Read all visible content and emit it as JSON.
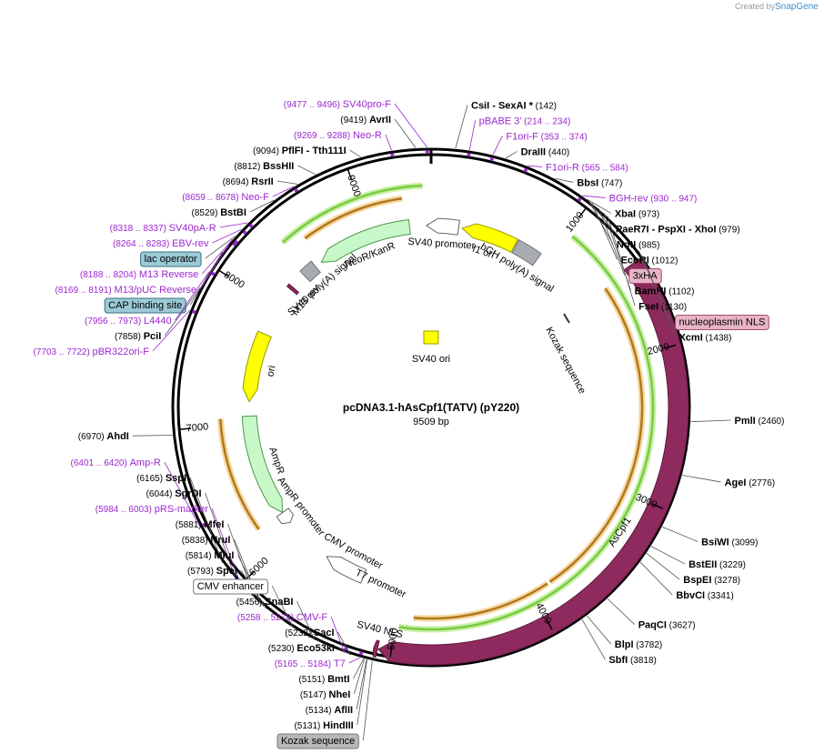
{
  "credit": {
    "created_by": "Created by",
    "brand": "SnapGene"
  },
  "plasmid": {
    "name": "pcDNA3.1-hAsCpf1(TATV) (pY220)",
    "size_label": "9509 bp",
    "length": 9509
  },
  "ticks": [
    "1000",
    "2000",
    "3000",
    "4000",
    "5000",
    "6000",
    "7000",
    "8000",
    "9000"
  ],
  "enzymes": [
    {
      "name": "CsiI - SexAI *",
      "pos": "(142)",
      "bp": 142,
      "side": "right"
    },
    {
      "name": "DraIII",
      "pos": "(440)",
      "bp": 440,
      "side": "right"
    },
    {
      "name": "BbsI",
      "pos": "(747)",
      "bp": 747,
      "side": "right"
    },
    {
      "name": "XbaI",
      "pos": "(973)",
      "bp": 973,
      "side": "right"
    },
    {
      "name": "PaeR7I - PspXI - XhoI",
      "pos": "(979)",
      "bp": 979,
      "side": "right"
    },
    {
      "name": "NotI",
      "pos": "(985)",
      "bp": 985,
      "side": "right"
    },
    {
      "name": "EcoRI",
      "pos": "(1012)",
      "bp": 1012,
      "side": "right"
    },
    {
      "name": "BamHI",
      "pos": "(1102)",
      "bp": 1102,
      "side": "right"
    },
    {
      "name": "FseI",
      "pos": "(1130)",
      "bp": 1130,
      "side": "right"
    },
    {
      "name": "XcmI",
      "pos": "(1438)",
      "bp": 1438,
      "side": "right"
    },
    {
      "name": "PmlI",
      "pos": "(2460)",
      "bp": 2460,
      "side": "right"
    },
    {
      "name": "AgeI",
      "pos": "(2776)",
      "bp": 2776,
      "side": "right"
    },
    {
      "name": "BsiWI",
      "pos": "(3099)",
      "bp": 3099,
      "side": "right"
    },
    {
      "name": "BstEII",
      "pos": "(3229)",
      "bp": 3229,
      "side": "right"
    },
    {
      "name": "BspEI",
      "pos": "(3278)",
      "bp": 3278,
      "side": "right"
    },
    {
      "name": "BbvCI",
      "pos": "(3341)",
      "bp": 3341,
      "side": "right"
    },
    {
      "name": "PaqCI",
      "pos": "(3627)",
      "bp": 3627,
      "side": "right"
    },
    {
      "name": "BlpI",
      "pos": "(3782)",
      "bp": 3782,
      "side": "right"
    },
    {
      "name": "SbfI",
      "pos": "(3818)",
      "bp": 3818,
      "side": "right"
    },
    {
      "name": "HindIII",
      "pos": "(5131)",
      "bp": 5131,
      "side": "left"
    },
    {
      "name": "AflII",
      "pos": "(5134)",
      "bp": 5134,
      "side": "left"
    },
    {
      "name": "NheI",
      "pos": "(5147)",
      "bp": 5147,
      "side": "left"
    },
    {
      "name": "BmtI",
      "pos": "(5151)",
      "bp": 5151,
      "side": "left"
    },
    {
      "name": "Eco53kI",
      "pos": "(5230)",
      "bp": 5230,
      "side": "left"
    },
    {
      "name": "SacI",
      "pos": "(5232)",
      "bp": 5232,
      "side": "left"
    },
    {
      "name": "SnaBI",
      "pos": "(5456)",
      "bp": 5456,
      "side": "left"
    },
    {
      "name": "SpeI",
      "pos": "(5793)",
      "bp": 5793,
      "side": "left"
    },
    {
      "name": "MluI",
      "pos": "(5814)",
      "bp": 5814,
      "side": "left"
    },
    {
      "name": "NruI",
      "pos": "(5838)",
      "bp": 5838,
      "side": "left"
    },
    {
      "name": "MfeI",
      "pos": "(5881)",
      "bp": 5881,
      "side": "left"
    },
    {
      "name": "SgrDI",
      "pos": "(6044)",
      "bp": 6044,
      "side": "left"
    },
    {
      "name": "SspI",
      "pos": "(6165)",
      "bp": 6165,
      "side": "left"
    },
    {
      "name": "AhdI",
      "pos": "(6970)",
      "bp": 6970,
      "side": "left"
    },
    {
      "name": "PciI",
      "pos": "(7858)",
      "bp": 7858,
      "side": "left"
    },
    {
      "name": "BstBI",
      "pos": "(8529)",
      "bp": 8529,
      "side": "left"
    },
    {
      "name": "RsrII",
      "pos": "(8694)",
      "bp": 8694,
      "side": "left"
    },
    {
      "name": "BssHII",
      "pos": "(8812)",
      "bp": 8812,
      "side": "left"
    },
    {
      "name": "PflFI - Tth111I",
      "pos": "(9094)",
      "bp": 9094,
      "side": "left"
    },
    {
      "name": "AvrII",
      "pos": "(9419)",
      "bp": 9419,
      "side": "left"
    }
  ],
  "primers": [
    {
      "name": "SV40pro-F",
      "pos": "(9477 .. 9496)",
      "bp": 9486,
      "side": "left"
    },
    {
      "name": "Neo-R",
      "pos": "(9269 .. 9288)",
      "bp": 9278,
      "side": "left"
    },
    {
      "name": "Neo-F",
      "pos": "(8659 .. 8678)",
      "bp": 8668,
      "side": "left"
    },
    {
      "name": "SV40pA-R",
      "pos": "(8318 .. 8337)",
      "bp": 8327,
      "side": "left"
    },
    {
      "name": "EBV-rev",
      "pos": "(8264 .. 8283)",
      "bp": 8273,
      "side": "left"
    },
    {
      "name": "M13 Reverse",
      "pos": "(8188 .. 8204)",
      "bp": 8196,
      "side": "left"
    },
    {
      "name": "M13/pUC Reverse",
      "pos": "(8169 .. 8191)",
      "bp": 8180,
      "side": "left"
    },
    {
      "name": "L4440",
      "pos": "(7956 .. 7973)",
      "bp": 7964,
      "side": "left"
    },
    {
      "name": "pBR322ori-F",
      "pos": "(7703 .. 7722)",
      "bp": 7712,
      "side": "left"
    },
    {
      "name": "Amp-R",
      "pos": "(6401 .. 6420)",
      "bp": 6410,
      "side": "left"
    },
    {
      "name": "pRS-marker",
      "pos": "(5984 .. 6003)",
      "bp": 5993,
      "side": "left"
    },
    {
      "name": "CMV-F",
      "pos": "(5258 .. 5278)",
      "bp": 5268,
      "side": "left"
    },
    {
      "name": "T7",
      "pos": "(5165 .. 5184)",
      "bp": 5174,
      "side": "left"
    },
    {
      "name": "pBABE 3'",
      "pos": "(214 .. 234)",
      "bp": 224,
      "side": "right"
    },
    {
      "name": "F1ori-F",
      "pos": "(353 .. 374)",
      "bp": 363,
      "side": "right"
    },
    {
      "name": "F1ori-R",
      "pos": "(565 .. 584)",
      "bp": 574,
      "side": "right"
    },
    {
      "name": "BGH-rev",
      "pos": "(930 .. 947)",
      "bp": 938,
      "side": "right"
    }
  ],
  "boxes": [
    {
      "name": "3xHA",
      "bp": 1060,
      "fill": "#e8b4c8",
      "stroke": "#a0506e"
    },
    {
      "name": "nucleoplasmin NLS",
      "bp": 1400,
      "fill": "#e8b4c8",
      "stroke": "#a0506e"
    },
    {
      "name": "lac operator",
      "bp": 8220,
      "fill": "#9cc9d6",
      "stroke": "#3a6f80"
    },
    {
      "name": "CAP binding site",
      "bp": 8100,
      "fill": "#9cc9d6",
      "stroke": "#3a6f80"
    },
    {
      "name": "CMV enhancer",
      "bp": 5600,
      "fill": "#ffffff",
      "stroke": "#777777"
    },
    {
      "name": "Kozak sequence",
      "bp": 5100,
      "fill": "#b8b8b8",
      "stroke": "#777777"
    }
  ],
  "features": [
    {
      "name": "AsCpf1",
      "label": "AsCpf1",
      "start": 1440,
      "end": 5080,
      "dir": 1,
      "r": 272,
      "w": 22,
      "fill": "#8e2a5e",
      "stroke": "#5e1a3e"
    },
    {
      "name": "SV40 NLS",
      "label": "SV40 NLS",
      "start": 5085,
      "end": 5110,
      "dir": 1,
      "r": 272,
      "w": 18,
      "fill": "#8e2a5e",
      "stroke": "#5e1a3e"
    },
    {
      "name": "bGH poly(A) signal",
      "label": "bGH poly(A) signal",
      "start": 730,
      "end": 940,
      "dir": 0,
      "r": 200,
      "w": 16,
      "fill": "#a8acb0",
      "stroke": "#707478"
    },
    {
      "name": "f1 ori",
      "label": "f1 ori",
      "start": 260,
      "end": 720,
      "dir": -1,
      "r": 200,
      "w": 16,
      "fill": "#ffff00",
      "stroke": "#999900"
    },
    {
      "name": "SV40 promoter",
      "label": "SV40 promoter",
      "start": 9470,
      "end": 230,
      "dir": -1,
      "r": 200,
      "w": 16,
      "fill": "#ffffff",
      "stroke": "#666666"
    },
    {
      "name": "NeoR/KanR",
      "label": "NeoR/KanR",
      "start": 8530,
      "end": 9330,
      "dir": -1,
      "r": 200,
      "w": 16,
      "fill": "#c8f7c8",
      "stroke": "#4a9a4a"
    },
    {
      "name": "SV40 poly(A) signal",
      "label": "SV40 poly(A) signal",
      "start": 8350,
      "end": 8470,
      "dir": 0,
      "r": 200,
      "w": 16,
      "fill": "#a8acb0",
      "stroke": "#707478"
    },
    {
      "name": "ori",
      "label": "ori",
      "start": 7180,
      "end": 7760,
      "dir": -1,
      "r": 200,
      "w": 16,
      "fill": "#ffff00",
      "stroke": "#999900"
    },
    {
      "name": "AmpR",
      "label": "AmpR",
      "start": 6200,
      "end": 7060,
      "dir": -1,
      "r": 200,
      "w": 16,
      "fill": "#c8f7c8",
      "stroke": "#4a9a4a"
    },
    {
      "name": "AmpR promoter",
      "label": "AmpR promoter",
      "start": 6095,
      "end": 6200,
      "dir": -1,
      "r": 200,
      "w": 16,
      "fill": "#ffffff",
      "stroke": "#666666"
    },
    {
      "name": "CMV promoter",
      "label": "CMV promoter",
      "start": 5330,
      "end": 5680,
      "dir": 1,
      "r": 200,
      "w": 16,
      "fill": "#ffffff",
      "stroke": "#666666"
    },
    {
      "name": "M13 rev",
      "label": "M13 rev",
      "start": 8190,
      "end": 8215,
      "dir": 0,
      "r": 200,
      "w": 14,
      "fill": "#8e2a5e",
      "stroke": "#5e1a3e"
    }
  ],
  "orange_arcs": [
    {
      "start": 1470,
      "end": 3850
    },
    {
      "start": 3870,
      "end": 4880
    },
    {
      "start": 8540,
      "end": 9300
    },
    {
      "start": 6200,
      "end": 7050
    }
  ],
  "green_arcs": [
    {
      "start": 1045,
      "end": 4975
    },
    {
      "start": 8400,
      "end": 9450
    }
  ],
  "small_marks": [
    {
      "name": "SV40 ori",
      "label": "SV40 ori",
      "bp": 0,
      "fill": "#ffff00"
    },
    {
      "name": "Kozak sequence inner",
      "label": "Kozak sequence",
      "bp": 2600,
      "fill": "#333333"
    },
    {
      "name": "T7 promoter",
      "label": "T7 promoter",
      "bp": 5050,
      "fill": "#ffffff"
    }
  ],
  "colors": {
    "ring": "#000000",
    "enzyme": "#000000",
    "primer": "#9c27d0",
    "feature_dark": "#8e2a5e",
    "orange": "#e8a54b",
    "green": "#7acb40"
  }
}
